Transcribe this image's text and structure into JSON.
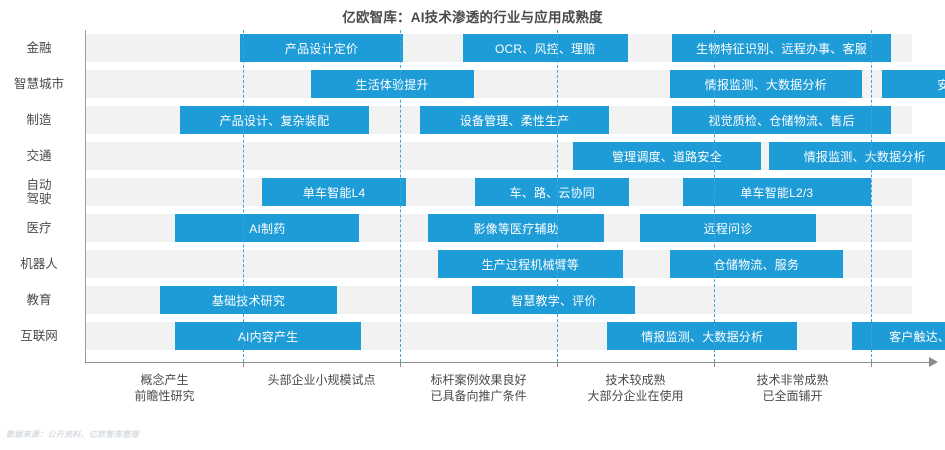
{
  "chart_data": {
    "type": "bar",
    "title": "亿欧智库：AI技术渗透的行业与应用成熟度",
    "xlabel": "",
    "ylabel": "",
    "grid": true,
    "legend": "none",
    "xlim": [
      0,
      5
    ],
    "x_tick_labels": [
      "概念产生\n前瞻性研究",
      "头部企业小规模试点",
      "标杆案例效果良好\n已具备向推广条件",
      "技术较成熟\n大部分企业在使用",
      "技术非常成熟\n已全面铺开"
    ],
    "categories": [
      "金融",
      "智慧城市",
      "制造",
      "交通",
      "自动\n驾驶",
      "医疗",
      "机器人",
      "教育",
      "互联网"
    ],
    "series": [
      {
        "name": "金融",
        "items": [
          {
            "label": "产品设计定价",
            "start": 0.98,
            "end": 2.02
          },
          {
            "label": "OCR、风控、理赔",
            "start": 2.4,
            "end": 3.45
          },
          {
            "label": "生物特征识别、远程办事、客服",
            "start": 3.73,
            "end": 5.13
          }
        ]
      },
      {
        "name": "智慧城市",
        "items": [
          {
            "label": "生活体验提升",
            "start": 1.43,
            "end": 2.47
          },
          {
            "label": "情报监测、大数据分析",
            "start": 3.72,
            "end": 4.94
          },
          {
            "label": "安防",
            "start": 5.07,
            "end": 5.93
          }
        ]
      },
      {
        "name": "制造",
        "items": [
          {
            "label": "产品设计、复杂装配",
            "start": 0.6,
            "end": 1.8
          },
          {
            "label": "设备管理、柔性生产",
            "start": 2.13,
            "end": 3.33
          },
          {
            "label": "视觉质检、仓储物流、售后",
            "start": 3.73,
            "end": 5.13
          }
        ]
      },
      {
        "name": "交通",
        "items": [
          {
            "label": "管理调度、道路安全",
            "start": 3.1,
            "end": 4.3
          },
          {
            "label": "情报监测、大数据分析",
            "start": 4.35,
            "end": 5.57
          }
        ]
      },
      {
        "name": "自动驾驶",
        "items": [
          {
            "label": "单车智能L4",
            "start": 1.12,
            "end": 2.04
          },
          {
            "label": "车、路、云协同",
            "start": 2.48,
            "end": 3.46
          },
          {
            "label": "单车智能L2/3",
            "start": 3.8,
            "end": 5.0
          }
        ]
      },
      {
        "name": "医疗",
        "items": [
          {
            "label": "AI制药",
            "start": 0.57,
            "end": 1.74
          },
          {
            "label": "影像等医疗辅助",
            "start": 2.18,
            "end": 3.3
          },
          {
            "label": "远程问诊",
            "start": 3.53,
            "end": 4.65
          }
        ]
      },
      {
        "name": "机器人",
        "items": [
          {
            "label": "生产过程机械臂等",
            "start": 2.24,
            "end": 3.42
          },
          {
            "label": "仓储物流、服务",
            "start": 3.72,
            "end": 4.82
          }
        ]
      },
      {
        "name": "教育",
        "items": [
          {
            "label": "基础技术研究",
            "start": 0.47,
            "end": 1.6
          },
          {
            "label": "智慧教学、评价",
            "start": 2.46,
            "end": 3.5
          }
        ]
      },
      {
        "name": "互联网",
        "items": [
          {
            "label": "AI内容产生",
            "start": 0.57,
            "end": 1.75
          },
          {
            "label": "情报监测、大数据分析",
            "start": 3.32,
            "end": 4.53
          },
          {
            "label": "客户触达、智慧营销",
            "start": 4.88,
            "end": 6.05
          }
        ]
      }
    ],
    "colors": {
      "bar": "#1e9cd7",
      "row_band": "#f2f2f2",
      "gridline": "#3aa6dd",
      "axis": "#8c8c8c",
      "text": "#4a4a4a"
    }
  },
  "footer": {
    "source_note": "数据来源：公开资料、亿欧智库整理"
  }
}
